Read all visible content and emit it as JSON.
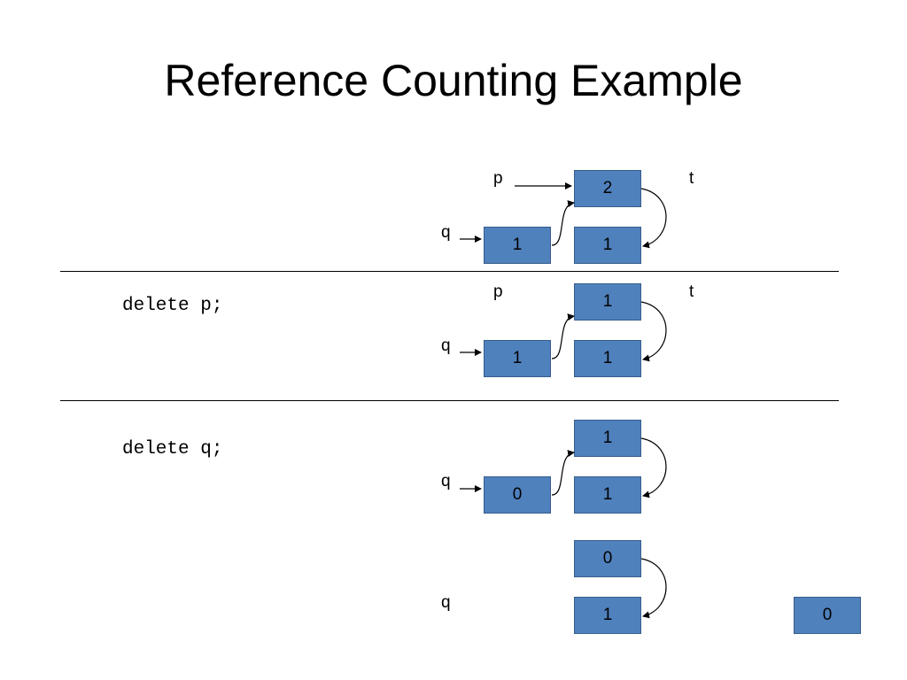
{
  "title": "Reference Counting Example",
  "stages": [
    {
      "code": "",
      "labels": {
        "p": "p",
        "q": "q",
        "t": "t"
      },
      "nodes": {
        "target": "2",
        "q_obj": "1",
        "t_obj": "1"
      }
    },
    {
      "code": "delete p;",
      "labels": {
        "p": "p",
        "q": "q",
        "t": "t"
      },
      "nodes": {
        "target": "1",
        "q_obj": "1",
        "t_obj": "1"
      }
    },
    {
      "code": "delete q;",
      "labels": {
        "q": "q"
      },
      "nodes": {
        "target": "1",
        "q_obj": "0",
        "t_obj": "1"
      }
    },
    {
      "labels": {
        "q": "q"
      },
      "nodes": {
        "target": "0",
        "t_obj": "1",
        "freed": "0"
      }
    }
  ],
  "colors": {
    "node_fill": "#4f81bd",
    "node_border": "#385d8a"
  }
}
